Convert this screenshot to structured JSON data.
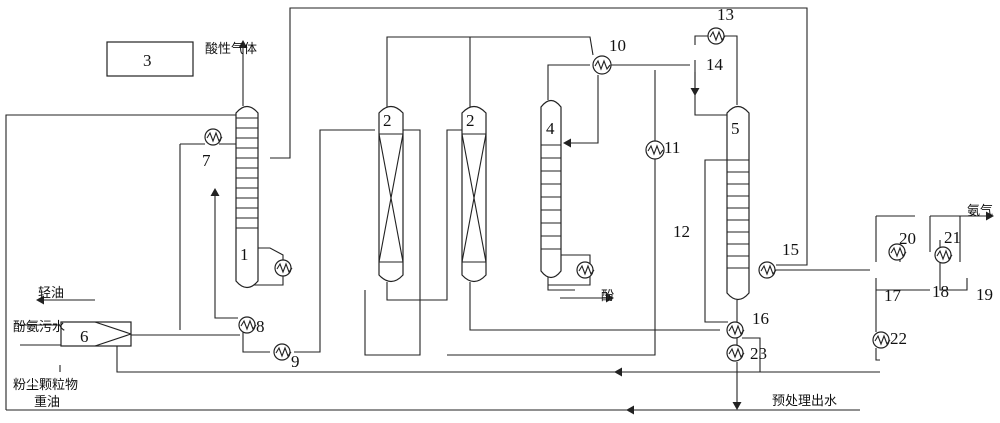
{
  "labels": {
    "acid_gas": "酸性气体",
    "light_oil": "轻油",
    "wastewater": "酚氨污水",
    "dust": "粉尘颗粒物",
    "heavy_oil": "重油",
    "phenol": "酚",
    "ammonia": "氨气",
    "effluent": "预处理出水"
  },
  "units": {
    "u1": "1",
    "u2a": "2",
    "u2b": "2",
    "u3": "3",
    "u4": "4",
    "u5": "5",
    "u6": "6",
    "u7": "7",
    "u8": "8",
    "u9": "9",
    "u10": "10",
    "u11": "11",
    "u12": "12",
    "u13": "13",
    "u14": "14",
    "u15": "15",
    "u16": "16",
    "u17": "17",
    "u18": "18",
    "u19": "19",
    "u20": "20",
    "u21": "21",
    "u22": "22",
    "u23": "23"
  }
}
